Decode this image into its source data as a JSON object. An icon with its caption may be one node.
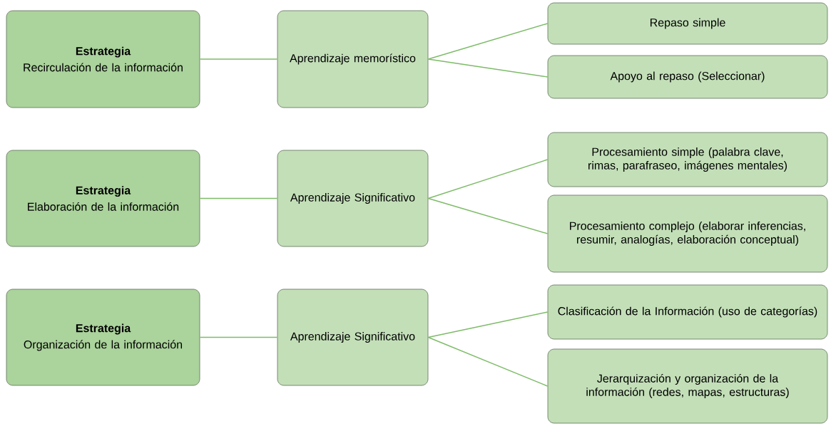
{
  "diagram": {
    "nodes": [
      {
        "text": [
          "Estrategia",
          "Recirculación de la información"
        ]
      },
      {
        "text": [
          "Aprendizaje memorístico"
        ]
      },
      {
        "text": [
          "Repaso simple"
        ]
      },
      {
        "text": [
          "Apoyo al repaso (Seleccionar)"
        ]
      },
      {
        "text": [
          "Estrategia",
          "Elaboración de la información"
        ]
      },
      {
        "text": [
          "Aprendizaje Significativo"
        ]
      },
      {
        "text": [
          "Procesamiento simple (palabra clave, rimas, parafraseo, imágenes mentales)"
        ]
      },
      {
        "text": [
          "Procesamiento complejo (elaborar inferencias, resumir, analogías, elaboración conceptual)"
        ]
      },
      {
        "text": [
          "Estrategia",
          "Organización de la información"
        ]
      },
      {
        "text": [
          "Aprendizaje Significativo"
        ]
      },
      {
        "text": [
          "Clasificación de la Información (uso de categorías)"
        ]
      },
      {
        "text": [
          "Jerarquización y organización de la información (redes, mapas, estructuras)"
        ]
      }
    ],
    "edges": [
      {
        "from": 0,
        "to": 1,
        "arrow": "none"
      },
      {
        "from": 1,
        "to": 2,
        "arrow": "none"
      },
      {
        "from": 1,
        "to": 3,
        "arrow": "none"
      },
      {
        "from": 4,
        "to": 5,
        "arrow": "none"
      },
      {
        "from": 5,
        "to": 6,
        "arrow": "none"
      },
      {
        "from": 5,
        "to": 7,
        "arrow": "none"
      },
      {
        "from": 8,
        "to": 9,
        "arrow": "none"
      },
      {
        "from": 9,
        "to": 10,
        "arrow": "none"
      },
      {
        "from": 9,
        "to": 11,
        "arrow": "none"
      }
    ]
  }
}
